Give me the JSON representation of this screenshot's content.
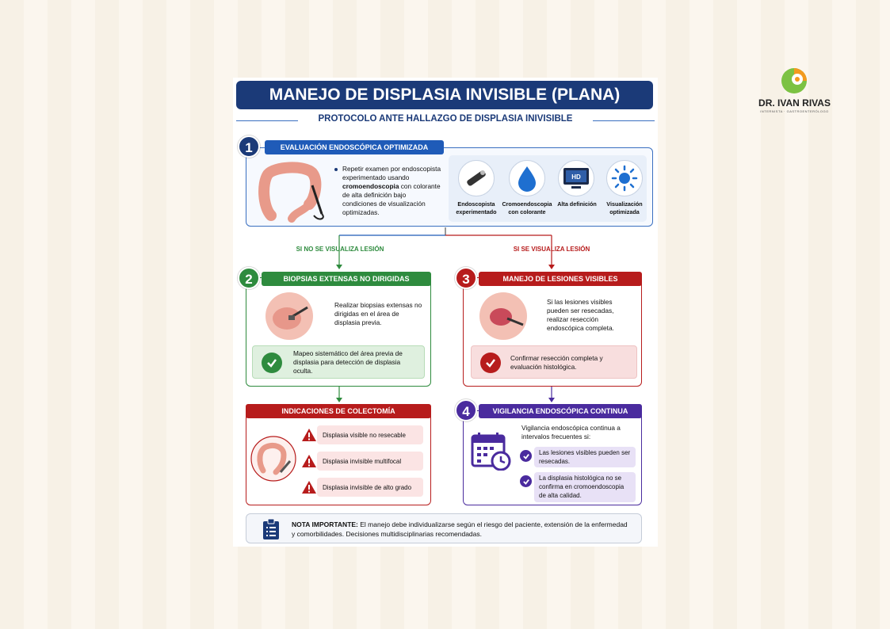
{
  "brand": {
    "name": "DR. IVAN RIVAS",
    "tagline": "INTERNISTA · GASTROENTERÓLOGO"
  },
  "title": "MANEJO DE DISPLASIA INVISIBLE (PLANA)",
  "subtitle": "PROTOCOLO ANTE HALLAZGO DE DISPLASIA INIVISIBLE",
  "step1": {
    "number": "1",
    "header": "EVALUACIÓN ENDOSCÓPICA OPTIMIZADA",
    "text_a": "Repetir examen por endoscopista experimentado usando",
    "text_bold": "cromoendoscopia",
    "text_b": "con colorante de alta definición bajo condiciones de visualización optimizadas.",
    "icons": [
      {
        "icon": "endoscope-icon",
        "label": "Endoscopista experimentado"
      },
      {
        "icon": "dye-drop-icon",
        "label": "Cromoendoscopia con colorante"
      },
      {
        "icon": "hd-monitor-icon",
        "label": "Alta definición",
        "badge": "HD"
      },
      {
        "icon": "light-icon",
        "label": "Visualización optimizada"
      }
    ]
  },
  "branches": {
    "left": "SI NO SE VISUALIZA LESIÓN",
    "right": "SI SE VISUALIZA LESIÓN"
  },
  "step2": {
    "number": "2",
    "header": "BIOPSIAS EXTENSAS NO DIRIGIDAS",
    "text": "Realizar biopsias extensas no dirigidas en el área de displasia previa.",
    "note": "Mapeo sistemático del área previa de displasia para detección de displasia oculta."
  },
  "step3": {
    "number": "3",
    "header": "MANEJO DE LESIONES VISIBLES",
    "text": "Si las lesiones visibles pueden ser resecadas, realizar resección endoscópica completa.",
    "note": "Confirmar resección completa y evaluación histológica."
  },
  "colectomy": {
    "header": "INDICACIONES DE COLECTOMÍA",
    "items": [
      "Displasia visible no resecable",
      "Displasia invisible multifocal",
      "Displasia invisible de alto grado"
    ]
  },
  "step4": {
    "number": "4",
    "header": "VIGILANCIA ENDOSCÓPICA CONTINUA",
    "text": "Vigilancia endoscópica continua a intervalos frecuentes si:",
    "items": [
      "Las lesiones visibles pueden ser resecadas.",
      "La displasia histológica no se confirma en cromoendoscopia de alta calidad."
    ]
  },
  "note": {
    "label": "NOTA IMPORTANTE:",
    "text": "El manejo debe individualizarse según el riesgo del paciente, extensión de la enfermedad y comorbilidades. Decisiones multidisciplinarias recomendadas."
  },
  "colors": {
    "navy": "#1b3a78",
    "blue": "#1f5bb8",
    "green": "#2e8b3e",
    "red": "#b71c1c",
    "purple": "#4a2b9e"
  }
}
